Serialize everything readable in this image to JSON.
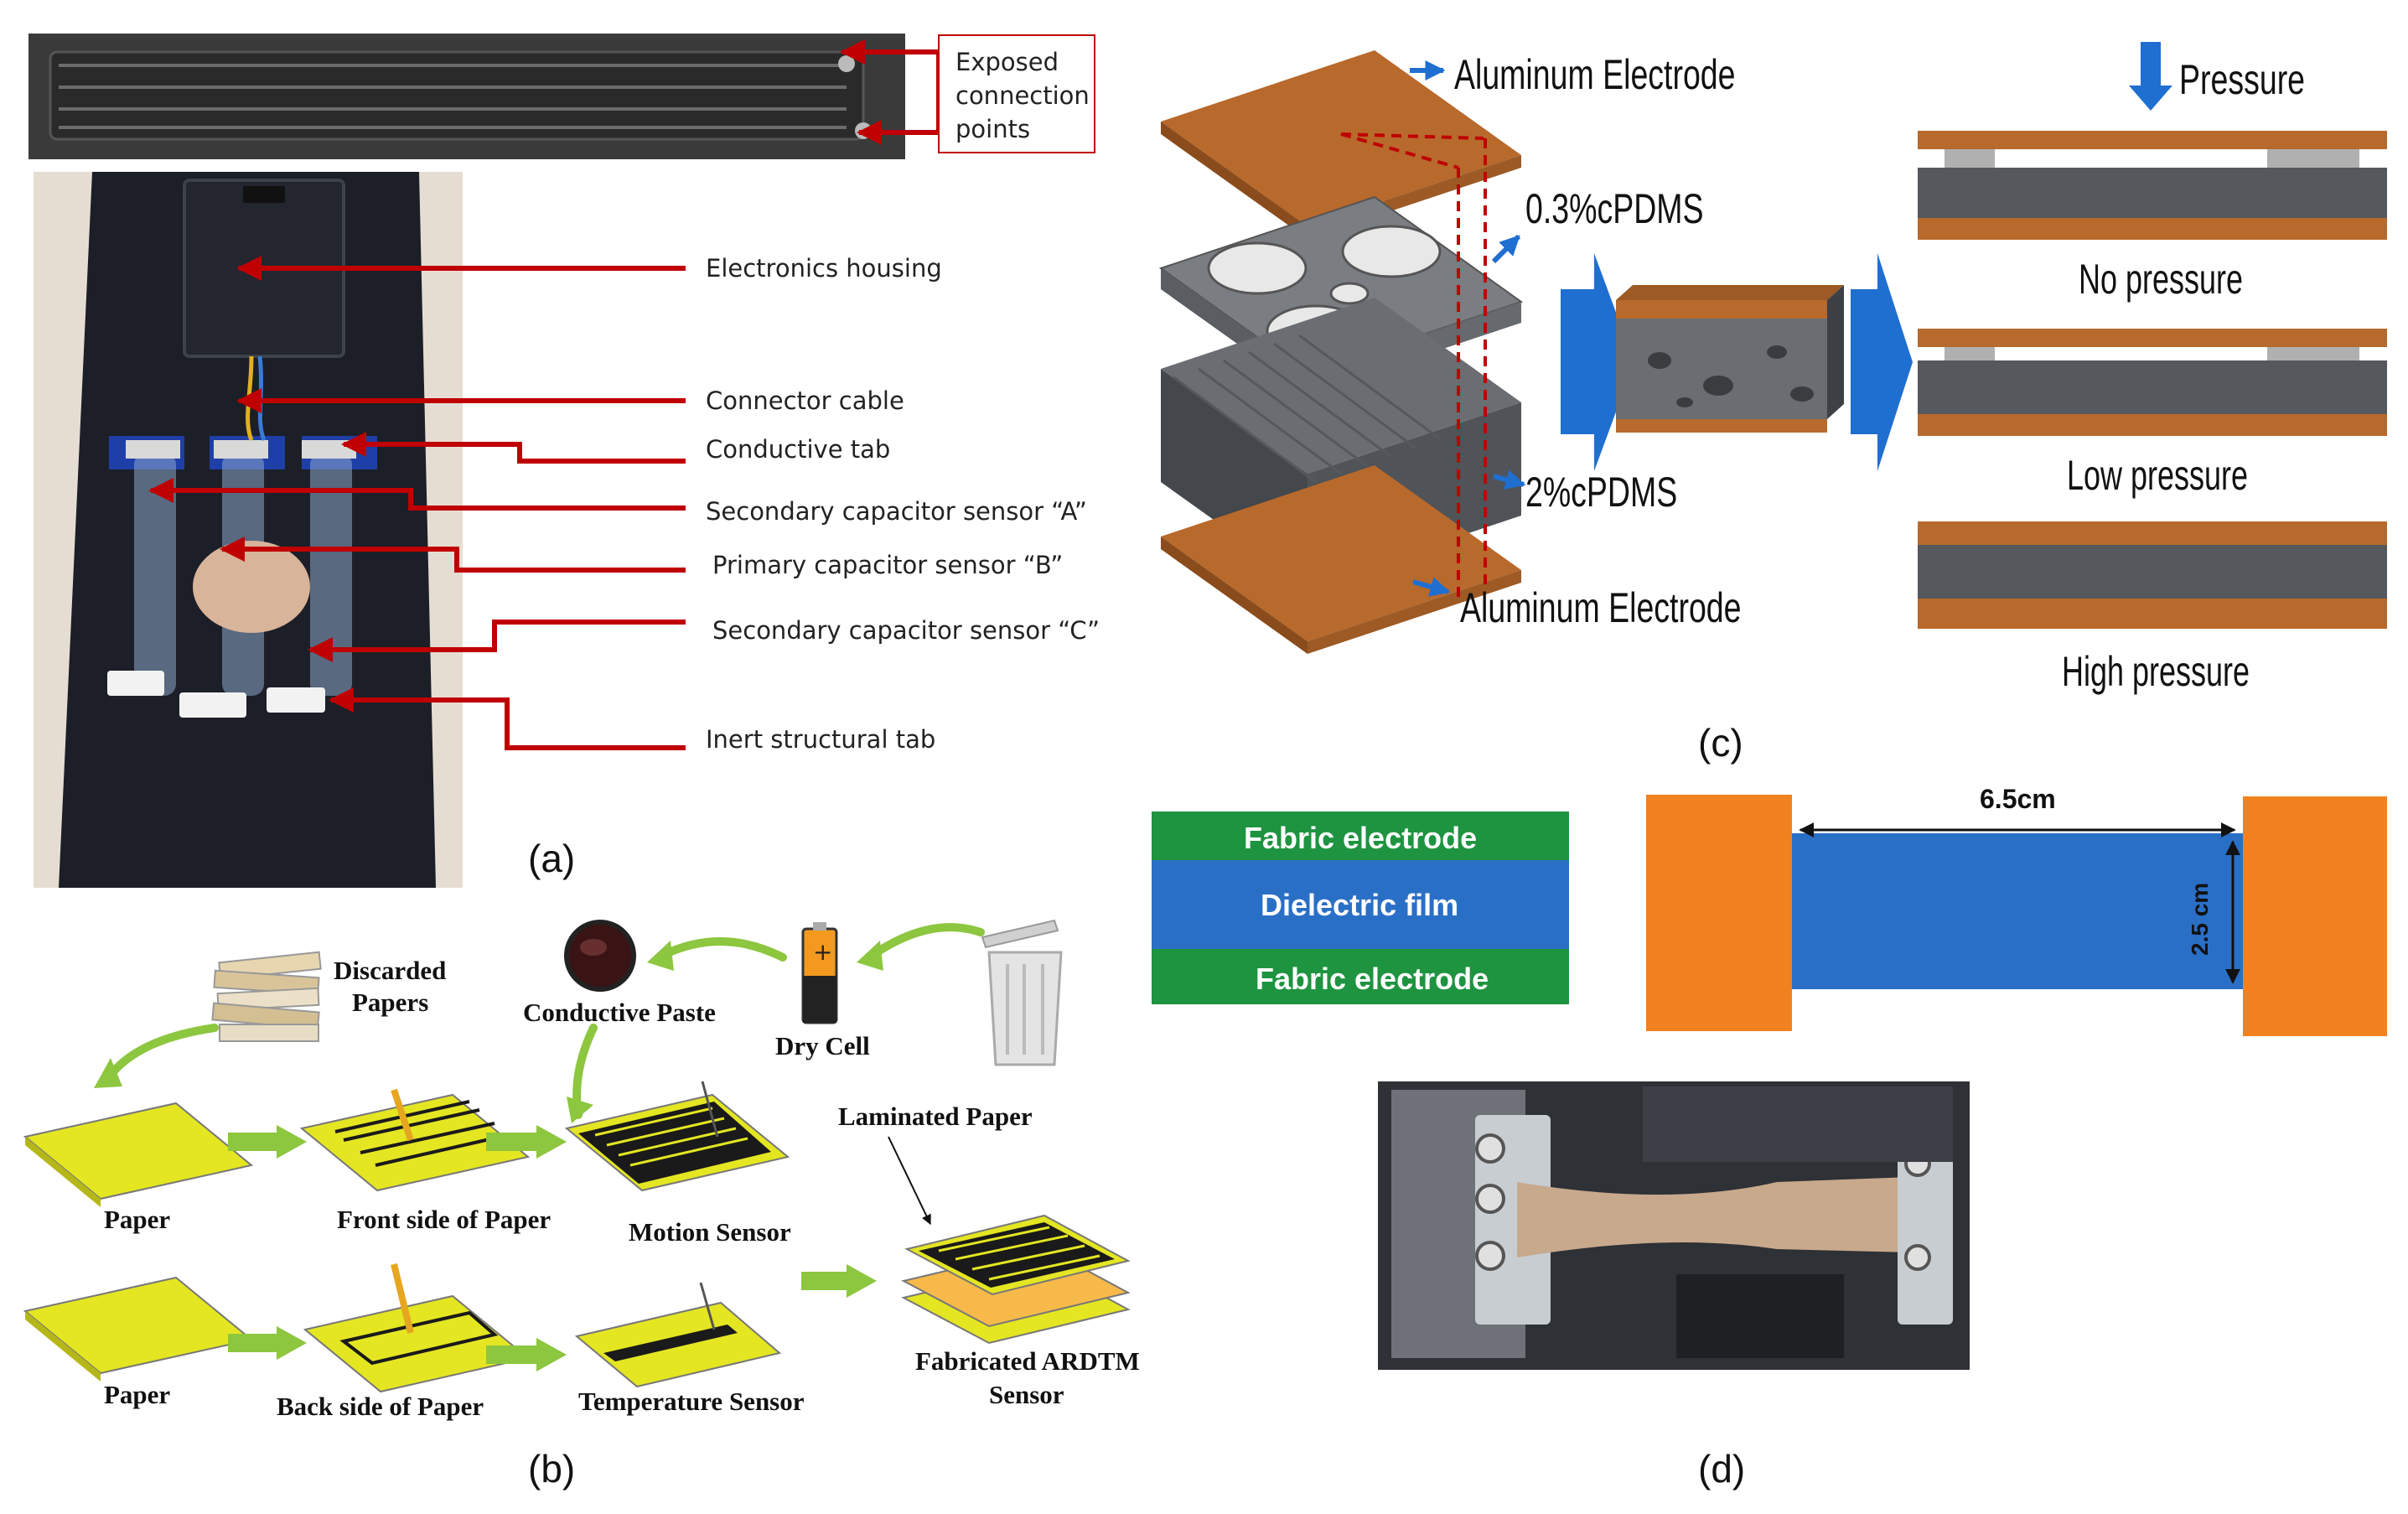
{
  "panel_a": {
    "caption": "(a)",
    "exposed_label_l1": "Exposed",
    "exposed_label_l2": "connection",
    "exposed_label_l3": "points",
    "callouts": [
      "Electronics housing",
      "Connector cable",
      "Conductive tab",
      "Secondary capacitor sensor “A”",
      "Primary capacitor sensor “B”",
      "Secondary capacitor sensor “C”",
      "Inert structural tab"
    ],
    "colors": {
      "callout_arrow": "#c00000",
      "strip": "#2b2b2b",
      "knee_brace": "#1c1f28"
    }
  },
  "panel_b": {
    "caption": "(b)",
    "discarded_l1": "Discarded",
    "discarded_l2": "Papers",
    "conductive_paste": "Conductive Paste",
    "dry_cell": "Dry Cell",
    "laminated_paper": "Laminated Paper",
    "paper_top": "Paper",
    "front_side": "Front side of Paper",
    "motion_sensor": "Motion Sensor",
    "paper_bottom": "Paper",
    "back_side": "Back side of Paper",
    "temperature_sensor": "Temperature Sensor",
    "fabricated_l1": "Fabricated ARDTM",
    "fabricated_l2": "Sensor",
    "colors": {
      "paper": "#e4e622",
      "arrow": "#8dc63f",
      "ink": "#1a1a1a"
    }
  },
  "panel_c": {
    "caption": "(c)",
    "al_top": "Aluminum Electrode",
    "cpdms_03": "0.3%cPDMS",
    "cpdms_2": "2%cPDMS",
    "al_bottom": "Aluminum Electrode",
    "pressure": "Pressure",
    "no_pressure": "No pressure",
    "low_pressure": "Low pressure",
    "high_pressure": "High pressure",
    "colors": {
      "electrode": "#b8692c",
      "foam": "#4a4d52",
      "arrow_blue": "#1f6fd1"
    }
  },
  "panel_d": {
    "caption": "(d)",
    "fabric_top": "Fabric electrode",
    "dielectric": "Dielectric film",
    "fabric_bottom": "Fabric electrode",
    "length": "6.5cm",
    "width": "2.5 cm",
    "colors": {
      "fabric": "#1e9440",
      "dielectric": "#2a6fc6",
      "clamp": "#f28120"
    }
  }
}
